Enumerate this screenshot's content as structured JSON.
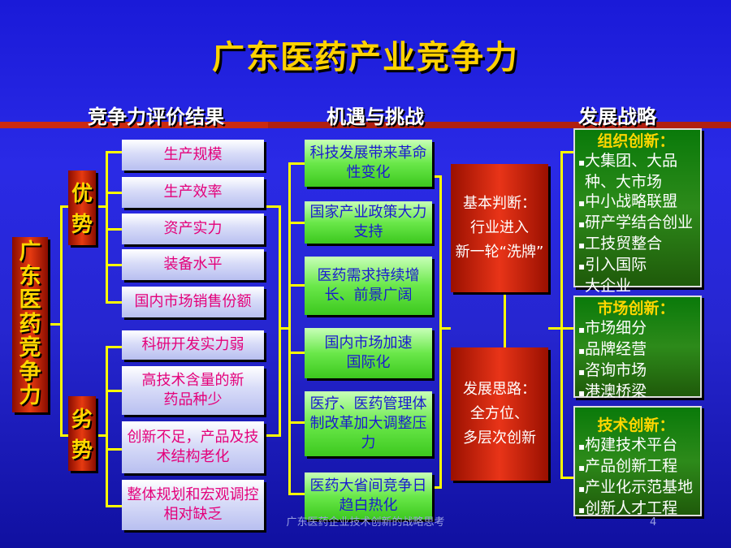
{
  "title": "广东医药产业竞争力",
  "headers": {
    "evaluation": "竞争力评价结果",
    "opportunities": "机遇与挑战",
    "strategy": "发展战略"
  },
  "root_label": "广东医药竞争力",
  "advantage_label": "优势",
  "disadvantage_label": "劣势",
  "advantages": [
    "生产规模",
    "生产效率",
    "资产实力",
    "装备水平",
    "国内市场销售份额"
  ],
  "disadvantages": [
    "科研开发实力弱",
    "高技术含量的新药品种少",
    "创新不足，产品及技术结构老化",
    "整体规划和宏观调控相对缺乏"
  ],
  "opportunities": [
    "科技发展带来革命性变化",
    "国家产业政策大力支持",
    "医药需求持续增长、前景广阔",
    "国内市场加速国际化",
    "医疗、医药管理体制改革加大调整压力",
    "医药大省间竞争日趋白热化"
  ],
  "judgment": {
    "label": "基本判断：",
    "line1": "行业进入",
    "line2": "新一轮“洗牌”"
  },
  "thinking": {
    "label": "发展思路：",
    "line1": "全方位、",
    "line2": "多层次创新"
  },
  "strategies": {
    "org": {
      "title": "组织创新：",
      "items": [
        "大集团、大品",
        "中小战略联盟",
        "研产学结合创业",
        "工技贸整合",
        "引入国际"
      ],
      "cont1": "种、大市场",
      "cont2": "大企业"
    },
    "market": {
      "title": "市场创新：",
      "items": [
        "市场细分",
        "品牌经营",
        "咨询市场",
        "港澳桥梁"
      ]
    },
    "tech": {
      "title": "技术创新：",
      "items": [
        "构建技术平台",
        "产品创新工程",
        "产业化示范基地",
        "创新人才工程"
      ]
    }
  },
  "footer": "广东医药企业技术创新的战略思考",
  "page_number": "4",
  "colors": {
    "title": "#ffd200",
    "connector": "#ffff00",
    "background": "#2222d8"
  }
}
